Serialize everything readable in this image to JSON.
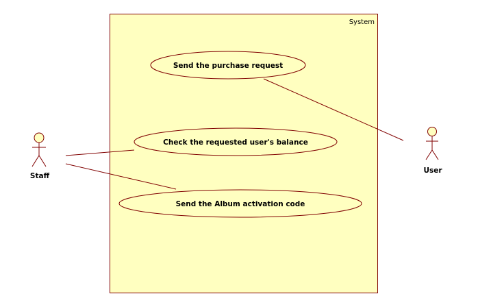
{
  "system": {
    "label": "System"
  },
  "use_cases": [
    {
      "label": "Send the purchase request"
    },
    {
      "label": "Check the requested user's balance"
    },
    {
      "label": "Send the Album activation code"
    }
  ],
  "actors": [
    {
      "label": "Staff"
    },
    {
      "label": "User"
    }
  ],
  "associations": [
    {
      "actor": "Staff",
      "use_case": "Check the requested user's balance"
    },
    {
      "actor": "Staff",
      "use_case": "Send the Album activation code"
    },
    {
      "actor": "User",
      "use_case": "Send the purchase request"
    }
  ],
  "colors": {
    "fill": "#ffffc0",
    "stroke": "#800000"
  }
}
